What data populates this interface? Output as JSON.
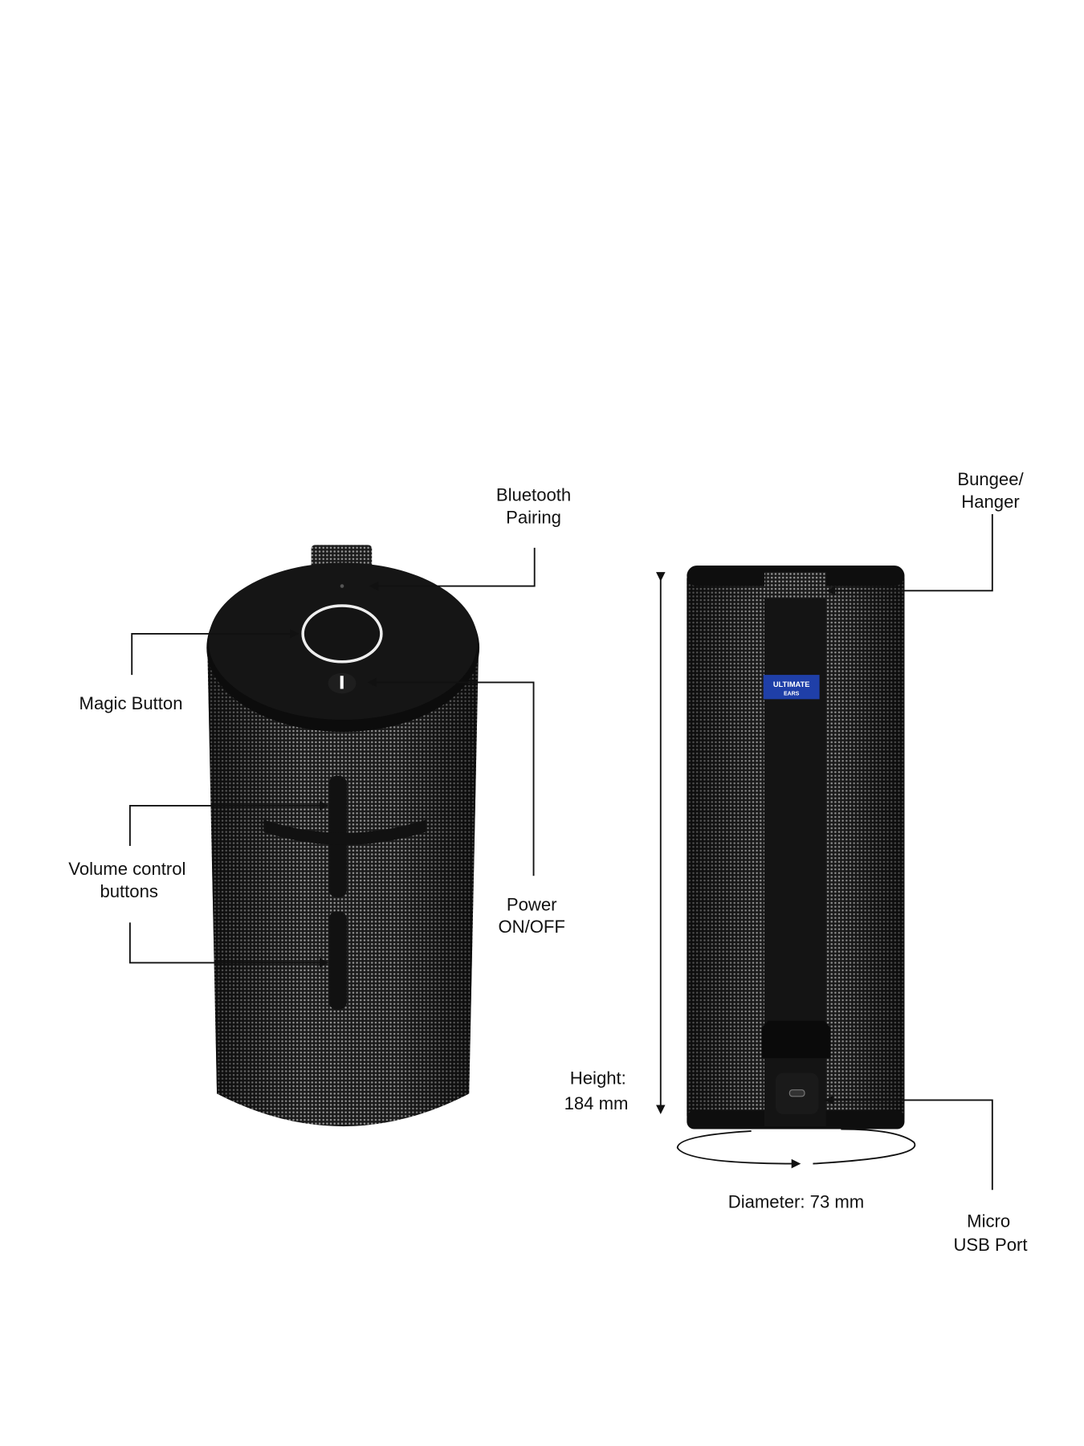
{
  "labels": {
    "bluetooth": [
      "Bluetooth",
      "Pairing"
    ],
    "magic": "Magic Button",
    "volume": [
      "Volume control",
      "buttons"
    ],
    "power": [
      "Power",
      "ON/OFF"
    ],
    "bungee": [
      "Bungee/",
      "Hanger"
    ],
    "height": [
      "Height:",
      "184 mm"
    ],
    "diameter": "Diameter: 73 mm",
    "usb": [
      "Micro",
      "USB Port"
    ]
  },
  "logo": [
    "ULTIMATE",
    "EARS"
  ],
  "colors": {
    "body": "#1a1a1a",
    "fabric_dot": "#9a9a9a",
    "logo_bg": "#1f3fa8"
  }
}
